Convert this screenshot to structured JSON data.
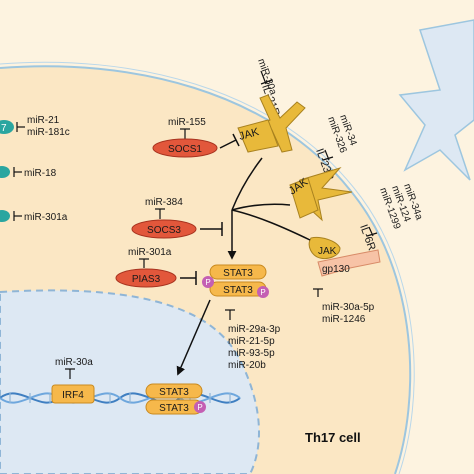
{
  "cell_label": "Th17 cell",
  "colors": {
    "background": "#fdf3e0",
    "cytoplasm": "#fbe7c4",
    "nucleus": "#dde8f3",
    "membrane": "#9dc6df",
    "jak_gold": "#e8b93a",
    "socs_red": "#e2573b",
    "stat_orange": "#f6b84b",
    "phospho_pink": "#c45fb3",
    "gp130_peach": "#f7c3a6",
    "teal_dot": "#2aa6a0"
  },
  "left_mirs": {
    "a1": "miR-21",
    "a2": "miR-181c",
    "b": "miR-18",
    "c": "miR-301a"
  },
  "il21r": {
    "mir": "miR-30a",
    "receptor": "IL-21R",
    "jak": "JAK"
  },
  "socs1": {
    "mir": "miR-155",
    "label": "SOCS1"
  },
  "il23r": {
    "mir1": "miR-34",
    "mir2": "miR-326",
    "receptor": "IL-23R",
    "jak": "JAK"
  },
  "il6r": {
    "mir1": "miR-34a",
    "mir2": "miR-124",
    "mir3": "miR-1299",
    "receptor": "IL-6R",
    "jak": "JAK",
    "gp130": "gp130"
  },
  "gp130_mirs": {
    "m1": "miR-30a-5p",
    "m2": "miR-1246"
  },
  "socs3": {
    "mir": "miR-384",
    "label": "SOCS3"
  },
  "pias3": {
    "mir": "miR-301a",
    "label": "PIAS3"
  },
  "stat3_cyto": {
    "top": "STAT3",
    "bottom": "STAT3",
    "p": "P"
  },
  "stat3_mirs": {
    "m1": "miR-29a-3p",
    "m2": "miR-21-5p",
    "m3": "miR-93-5p",
    "m4": "miR-20b"
  },
  "irf4": {
    "mir": "miR-30a",
    "label": "IRF4"
  },
  "stat3_nuc": {
    "top": "STAT3",
    "bottom": "STAT3",
    "p": "P"
  }
}
